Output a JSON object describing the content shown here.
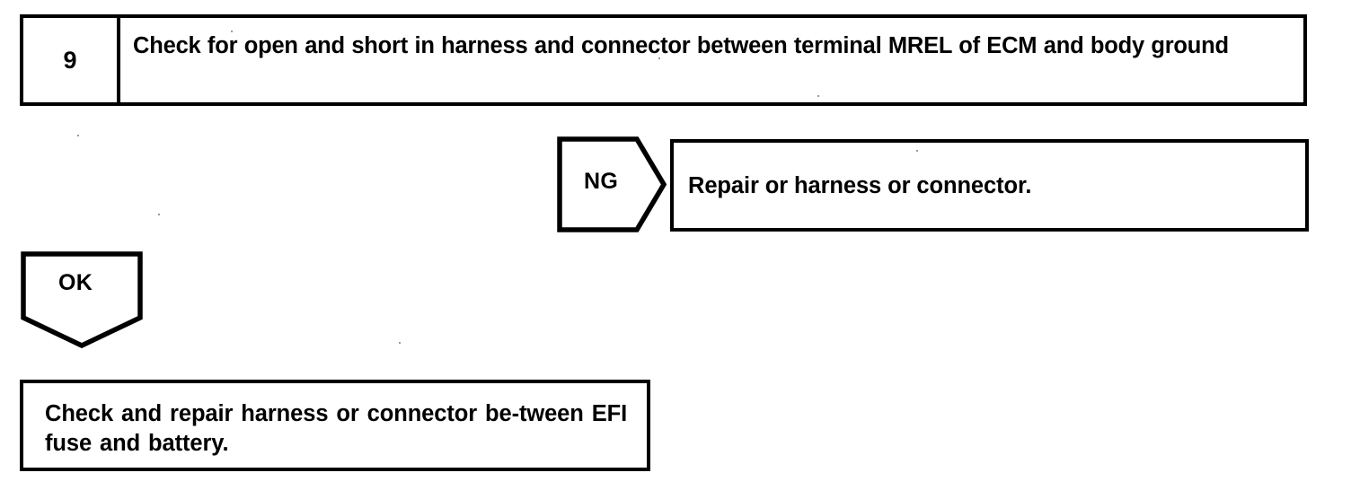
{
  "document": {
    "title": "Diagnostic Troubleshooting Flowchart",
    "background_color": "#ffffff",
    "line_color": "#000000"
  },
  "step": {
    "number": "9",
    "instruction": "Check for open and short in harness and connector between terminal MREL of ECM and body ground"
  },
  "branches": {
    "ng": {
      "label": "NG",
      "result": "Repair or harness or connector.",
      "arrow_direction": "right"
    },
    "ok": {
      "label": "OK",
      "arrow_direction": "down"
    }
  },
  "final_action": {
    "text": "Check and repair harness or connector be-tween EFI fuse and battery."
  }
}
